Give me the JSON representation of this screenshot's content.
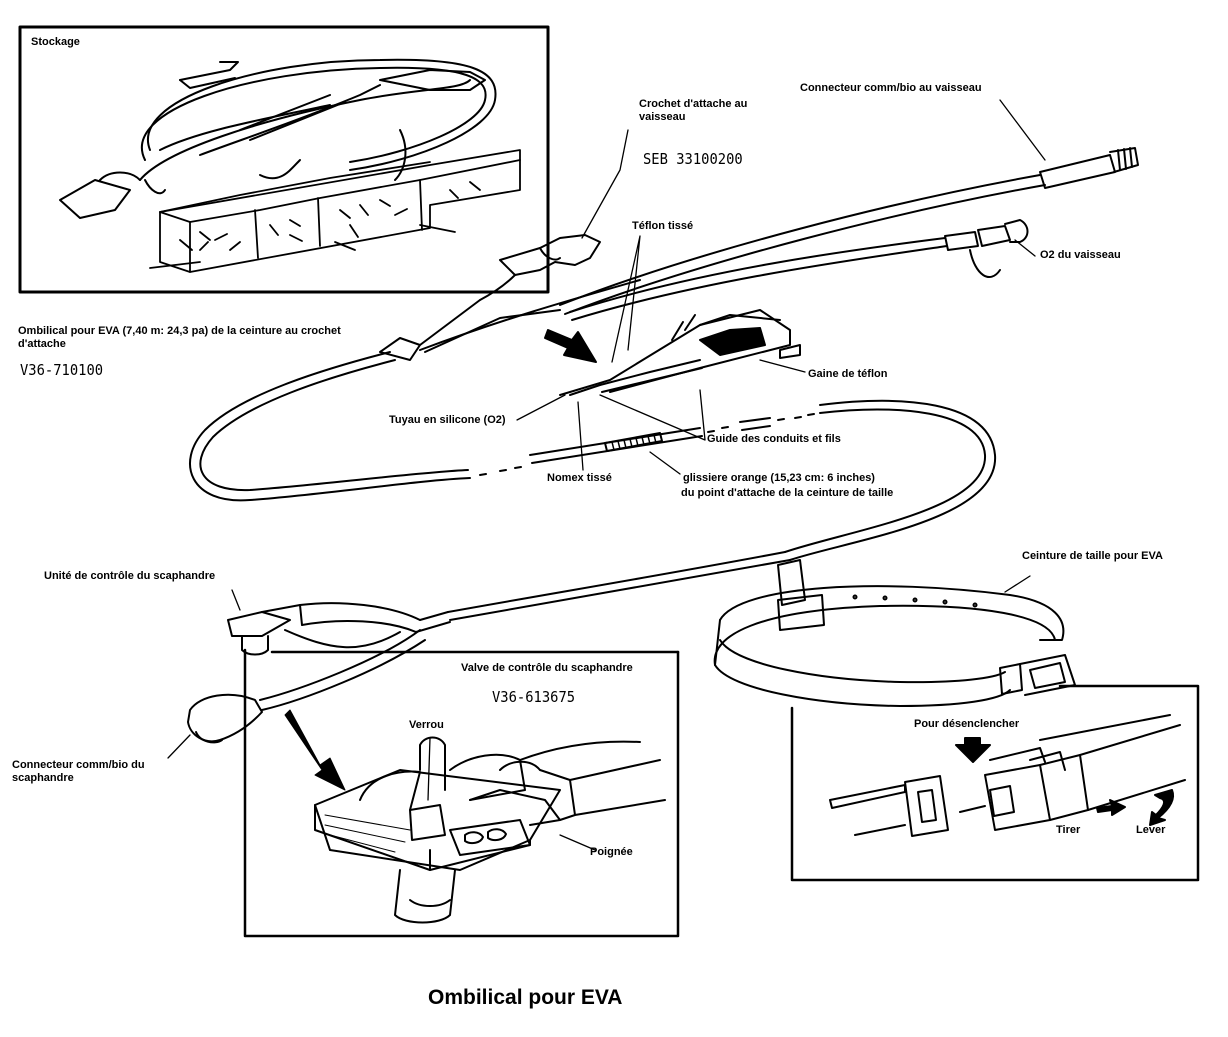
{
  "title": "Ombilical pour EVA",
  "labels": {
    "stockage": "Stockage",
    "crochet": "Crochet d'attache au vaisseau",
    "crochet_pn": "SEB 33100200",
    "connecteur_vaisseau": "Connecteur comm/bio au vaisseau",
    "teflon_tisse": "Téflon tissé",
    "o2_vaisseau": "O2 du vaisseau",
    "ombilical": "Ombilical pour EVA (7,40 m: 24,3 pa) de la ceinture au crochet d'attache",
    "ombilical_pn": "V36-710100",
    "gaine": "Gaine de téflon",
    "tuyau": "Tuyau en silicone (O2)",
    "guide": "Guide des conduits et fils",
    "nomex": "Nomex tissé",
    "glissiere_1": "glissiere orange (15,23 cm: 6 inches)",
    "glissiere_2": "du point d'attache de la ceinture de taille",
    "unite_controle": "Unité de contrôle du scaphandre",
    "ceinture": "Ceinture de taille pour EVA",
    "valve": "Valve de contrôle du scaphandre",
    "valve_pn": "V36-613675",
    "verrou": "Verrou",
    "connecteur_scaphandre": "Connecteur comm/bio du scaphandre",
    "poignee": "Poignée",
    "desenclencher": "Pour désenclencher",
    "tirer": "Tirer",
    "lever": "Lever"
  },
  "colors": {
    "ink": "#000000",
    "paper": "#ffffff"
  }
}
